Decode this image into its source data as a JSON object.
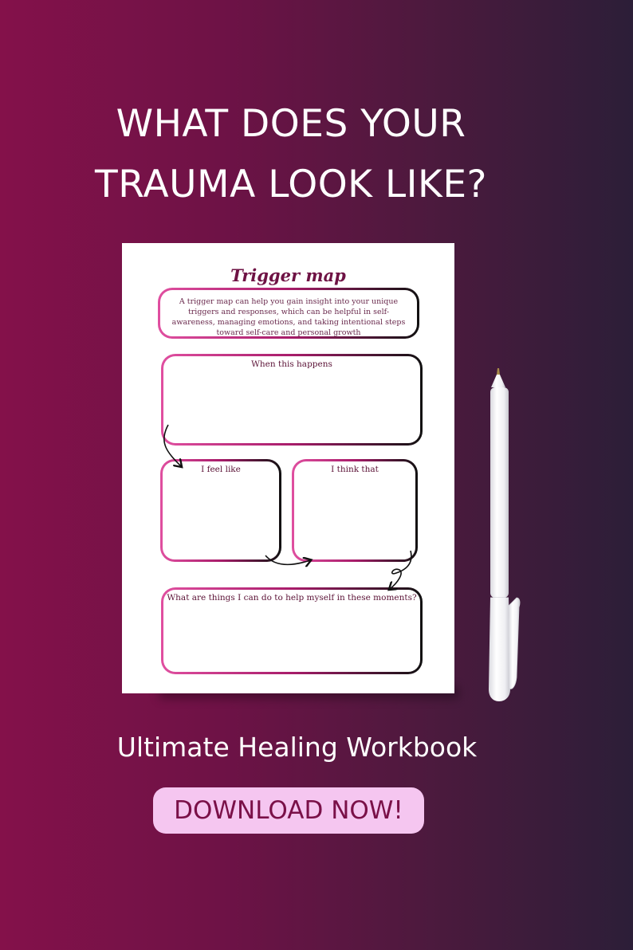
{
  "headline": {
    "line1": "WHAT DOES YOUR",
    "line2": "TRAUMA LOOK LIKE?"
  },
  "worksheet": {
    "title": "Trigger map",
    "intro": "A trigger map can help you gain insight into your unique triggers and responses, which can be helpful in self-awareness, managing emotions, and taking intentional steps toward self-care and personal growth",
    "boxes": {
      "when": "When this happens",
      "feel": "I feel like",
      "think": "I think that",
      "help": "What are things I can do to help myself in these moments?"
    }
  },
  "subtitle": "Ultimate Healing Workbook",
  "cta_label": "DOWNLOAD NOW!",
  "colors": {
    "background_left": "#84114a",
    "background_right": "#2c1e38",
    "cta_background": "#f5c6f0",
    "cta_text": "#7a1048",
    "accent": "#e04fa0"
  }
}
